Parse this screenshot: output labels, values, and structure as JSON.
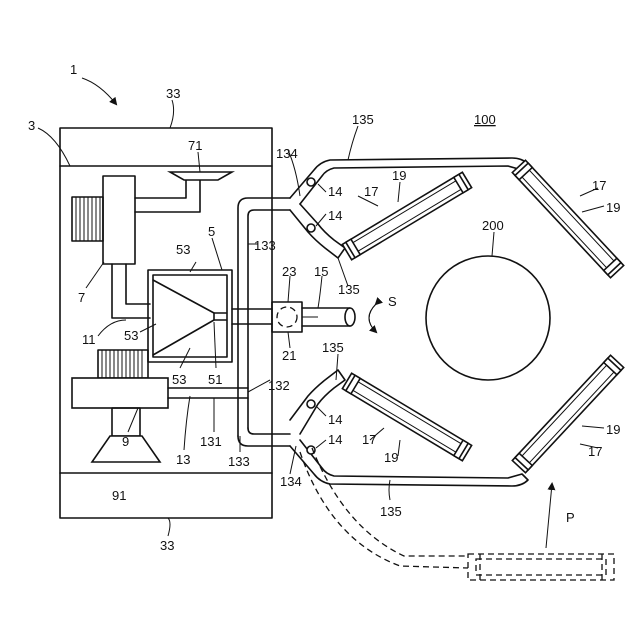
{
  "labels": {
    "n1": "1",
    "n3": "3",
    "n5": "5",
    "n7": "7",
    "n9": "9",
    "n11": "11",
    "n13": "13",
    "n14": "14",
    "n15": "15",
    "n17": "17",
    "n19": "19",
    "n21": "21",
    "n23": "23",
    "n33": "33",
    "n51": "51",
    "n53": "53",
    "n71": "71",
    "n91": "91",
    "n100": "100",
    "n131": "131",
    "n132": "132",
    "n133": "133",
    "n134": "134",
    "n135": "135",
    "n200": "200",
    "S": "S",
    "P": "P"
  }
}
